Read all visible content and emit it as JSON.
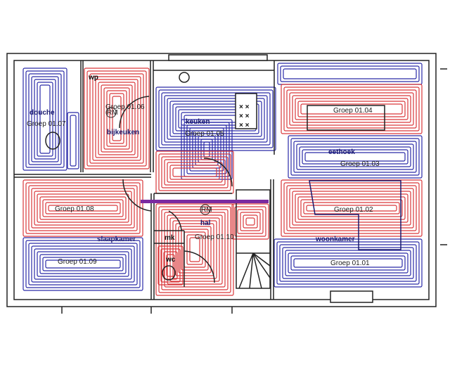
{
  "colors": {
    "supply": "#d9373a",
    "return": "#2a2aa8",
    "wall": "#222222"
  },
  "rooms": {
    "douche": "douche",
    "wp": "wp",
    "bijkeuken": "bijkeuken",
    "keuken": "keuken",
    "eethoek": "eethoek",
    "slaapkamer": "slaapkamer",
    "mk": "mk",
    "hal": "hal",
    "wc": "wc",
    "woonkamer": "woonkamer"
  },
  "groups": {
    "g0101": "Groep 01.01",
    "g0102": "Groep 01.02",
    "g0103": "Groep 01.03",
    "g0104": "Groep 01.04",
    "g0105": "Groep 01.05",
    "g0106": "Groep 01.06",
    "g0107": "Groep 01.07",
    "g0108": "Groep 01.08",
    "g0109": "Groep 01.09",
    "g0110": "Groep 01.10"
  },
  "symbols": {
    "rm1": "RM",
    "rm2": "RM",
    "hob": [
      "× ×",
      "× ×",
      "× ×"
    ]
  }
}
